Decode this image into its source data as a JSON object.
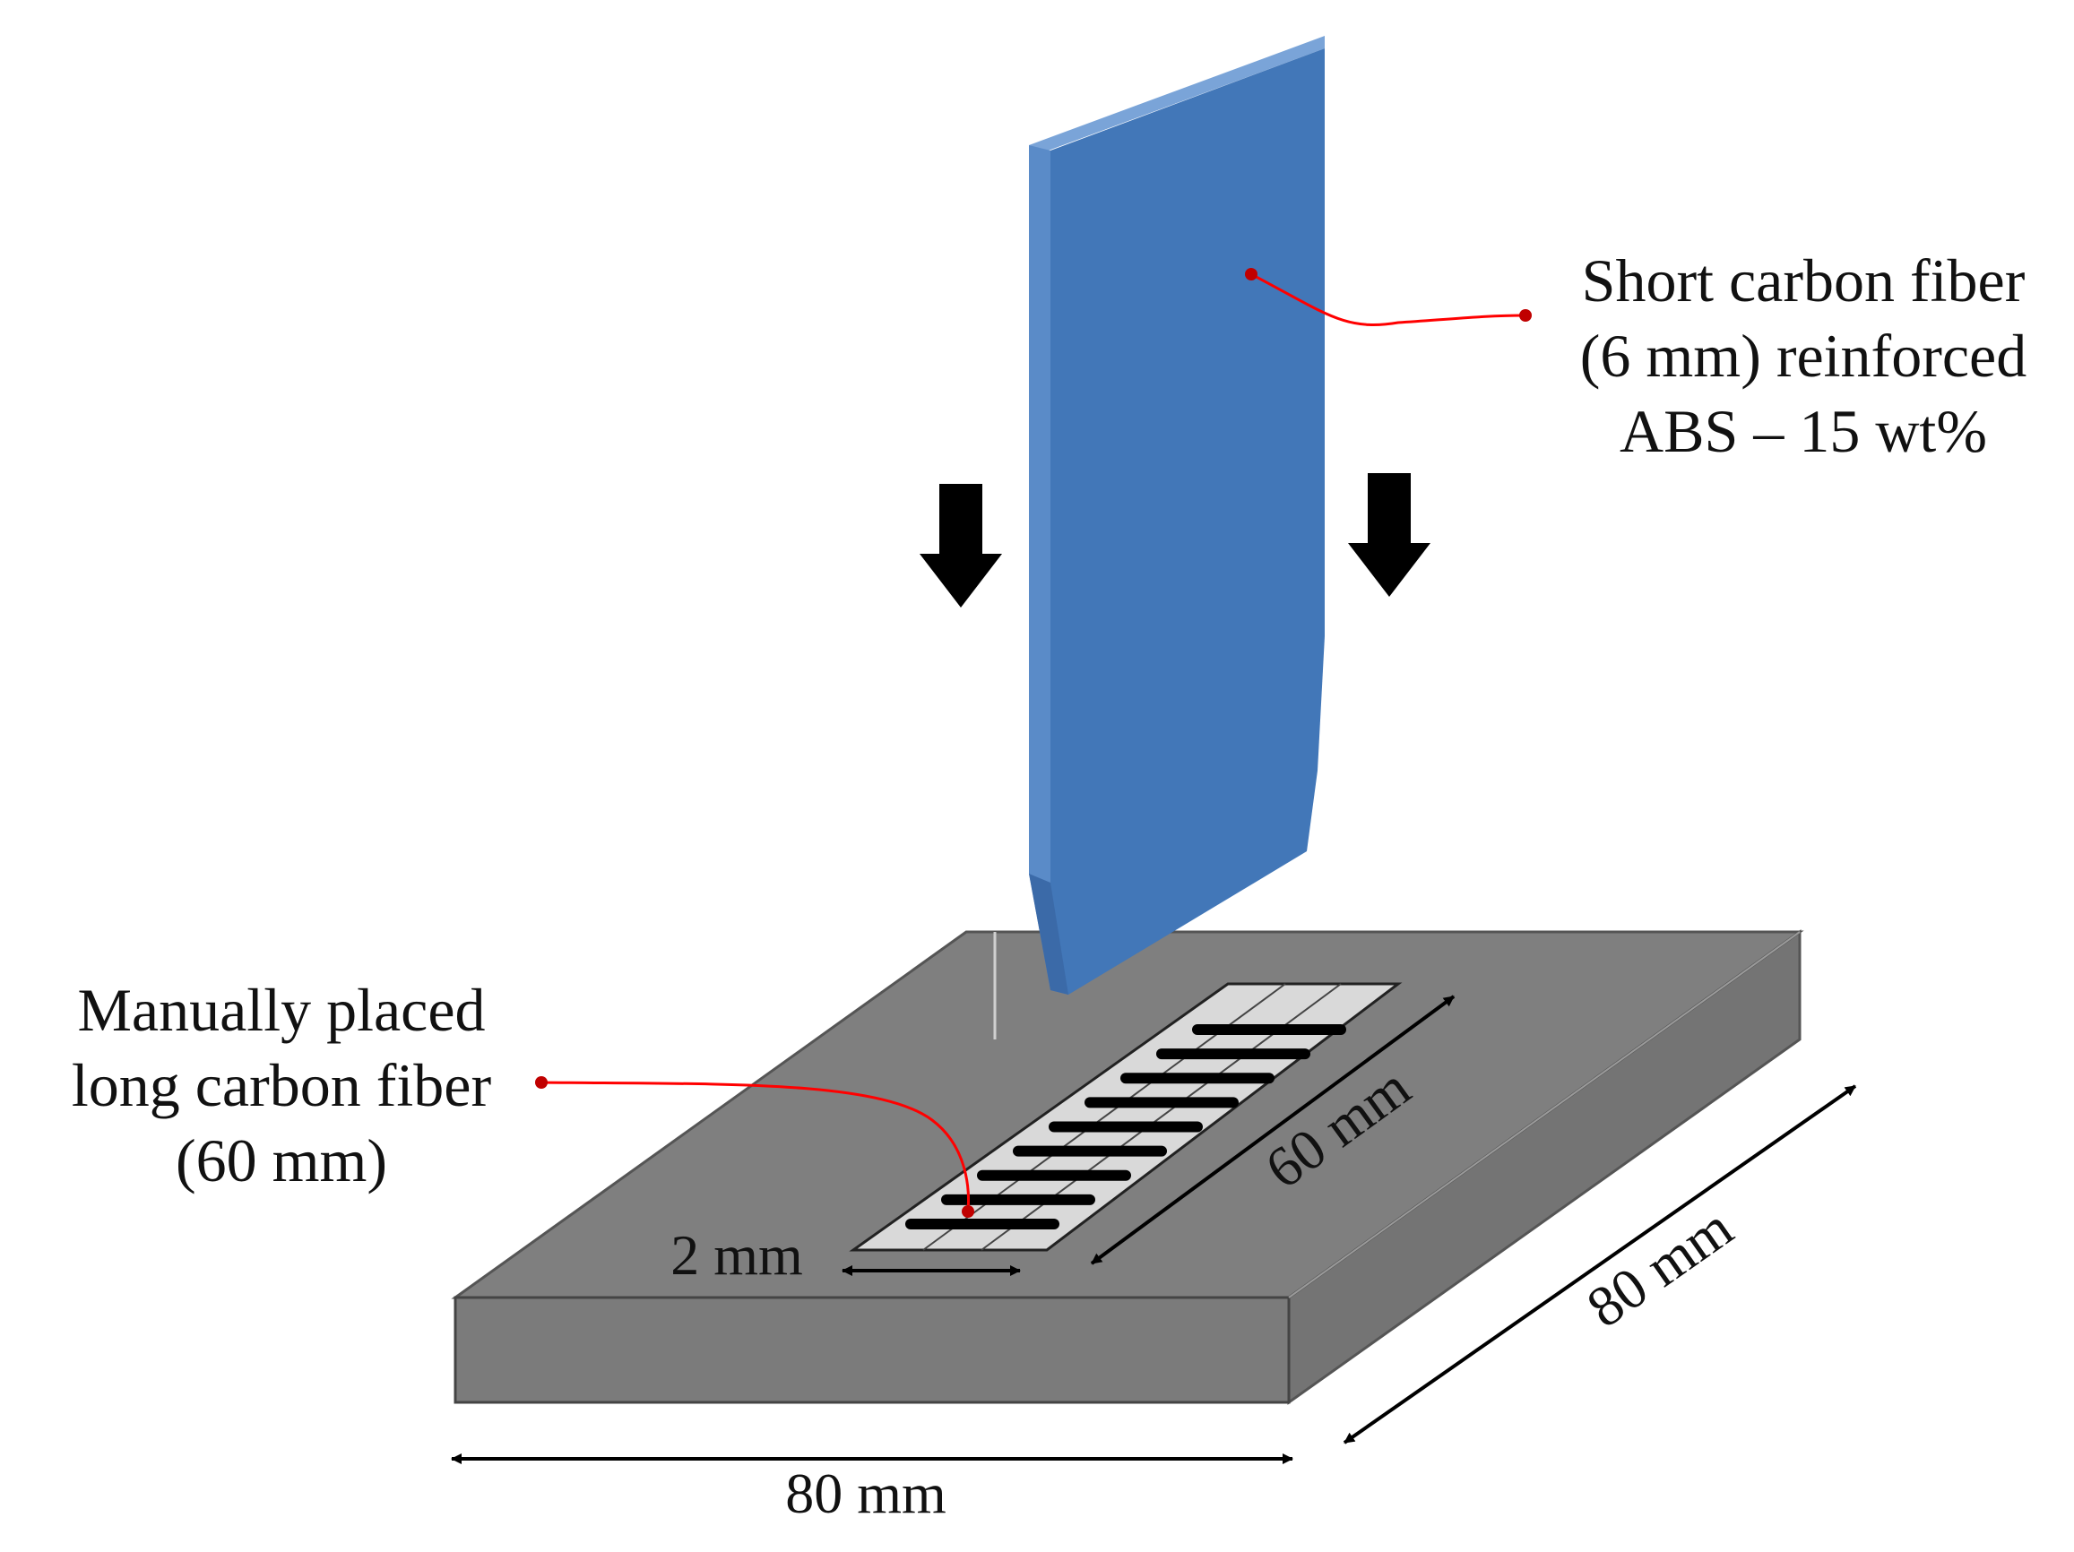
{
  "labels": {
    "short_fiber": {
      "line1": "Short carbon fiber",
      "line2": "(6 mm) reinforced",
      "line3": "ABS – 15 wt%"
    },
    "long_fiber": {
      "line1": "Manually placed",
      "line2": "long carbon fiber",
      "line3": "(60 mm)"
    },
    "dimensions": {
      "slot_width": "2 mm",
      "slot_length": "60 mm",
      "block_depth": "80 mm",
      "block_width": "80 mm"
    }
  },
  "colors": {
    "part": "#4277b8",
    "part_light": "#6a97cf",
    "block_top": "#7f7f7f",
    "block_front": "#7a7a7a",
    "slot": "#d9d9d9",
    "fiber": "#000000",
    "leader": "#ff0000"
  },
  "long_fiber_count": 9
}
